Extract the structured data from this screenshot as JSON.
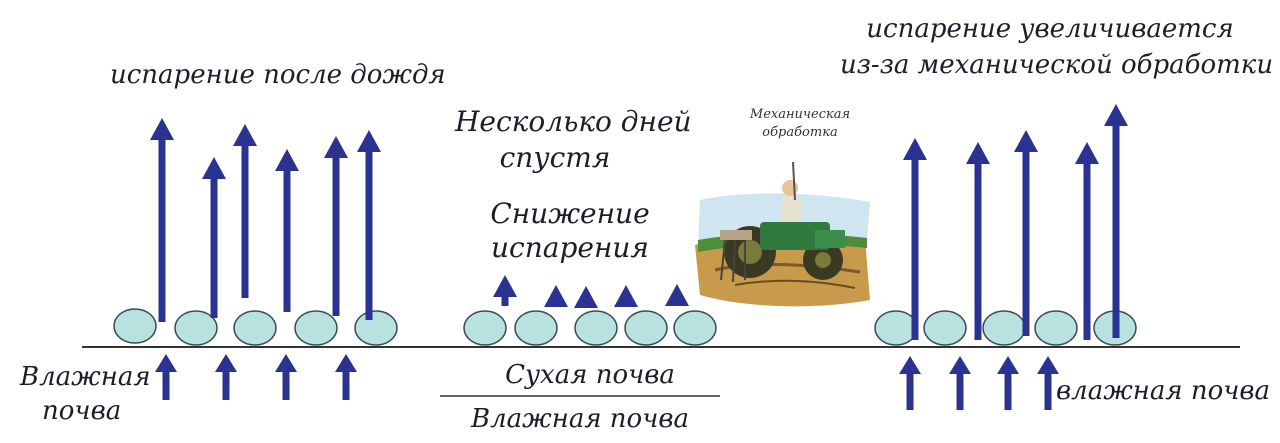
{
  "colors": {
    "arrow": "#2a3392",
    "particle_fill": "#b7e2df",
    "particle_stroke": "#3b4a52",
    "ground_line": "#333333",
    "text": "#1e1e2a"
  },
  "left_panel": {
    "evap_label": "испарение после дождя",
    "soil_label_line1": "Влажная",
    "soil_label_line2": "почва"
  },
  "middle_panel": {
    "days_line1": "Несколько дней",
    "days_line2": "спустя",
    "reduce_line1": "Снижение",
    "reduce_line2": "испарения",
    "dry_soil": "Сухая почва",
    "wet_soil": "Влажная почва"
  },
  "tillage": {
    "label_line1": "Механическая",
    "label_line2": "обработка",
    "icon": "tractor-cultivating-icon"
  },
  "right_panel": {
    "evap_line1": "испарение увеличивается",
    "evap_line2": "из-за механической обработки",
    "soil_label": "влажная почва"
  }
}
